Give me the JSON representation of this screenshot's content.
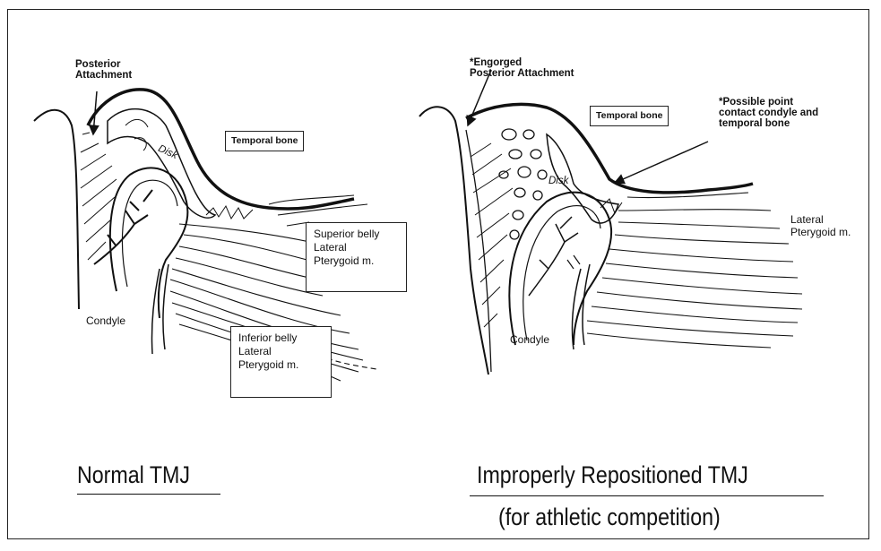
{
  "left_panel": {
    "label_posterior_attachment": "Posterior\nAttachment",
    "label_temporal_bone": "Temporal bone",
    "label_disk": "Disk",
    "label_superior_belly": "Superior belly\nLateral\nPterygoid m.",
    "label_inferior_belly": "Inferior belly\nLateral\nPterygoid m.",
    "label_condyle": "Condyle",
    "caption": "Normal TMJ"
  },
  "right_panel": {
    "label_engorged": "*Engorged\nPosterior Attachment",
    "label_temporal_bone": "Temporal bone",
    "label_point_contact": "*Possible point\ncontact condyle and\ntemporal bone",
    "label_disk": "Disk",
    "label_lateral_pterygoid": "Lateral\nPterygoid m.",
    "label_condyle": "Condyle",
    "caption_line1": "Improperly Repositioned TMJ",
    "caption_line2": "(for athletic competition)"
  }
}
